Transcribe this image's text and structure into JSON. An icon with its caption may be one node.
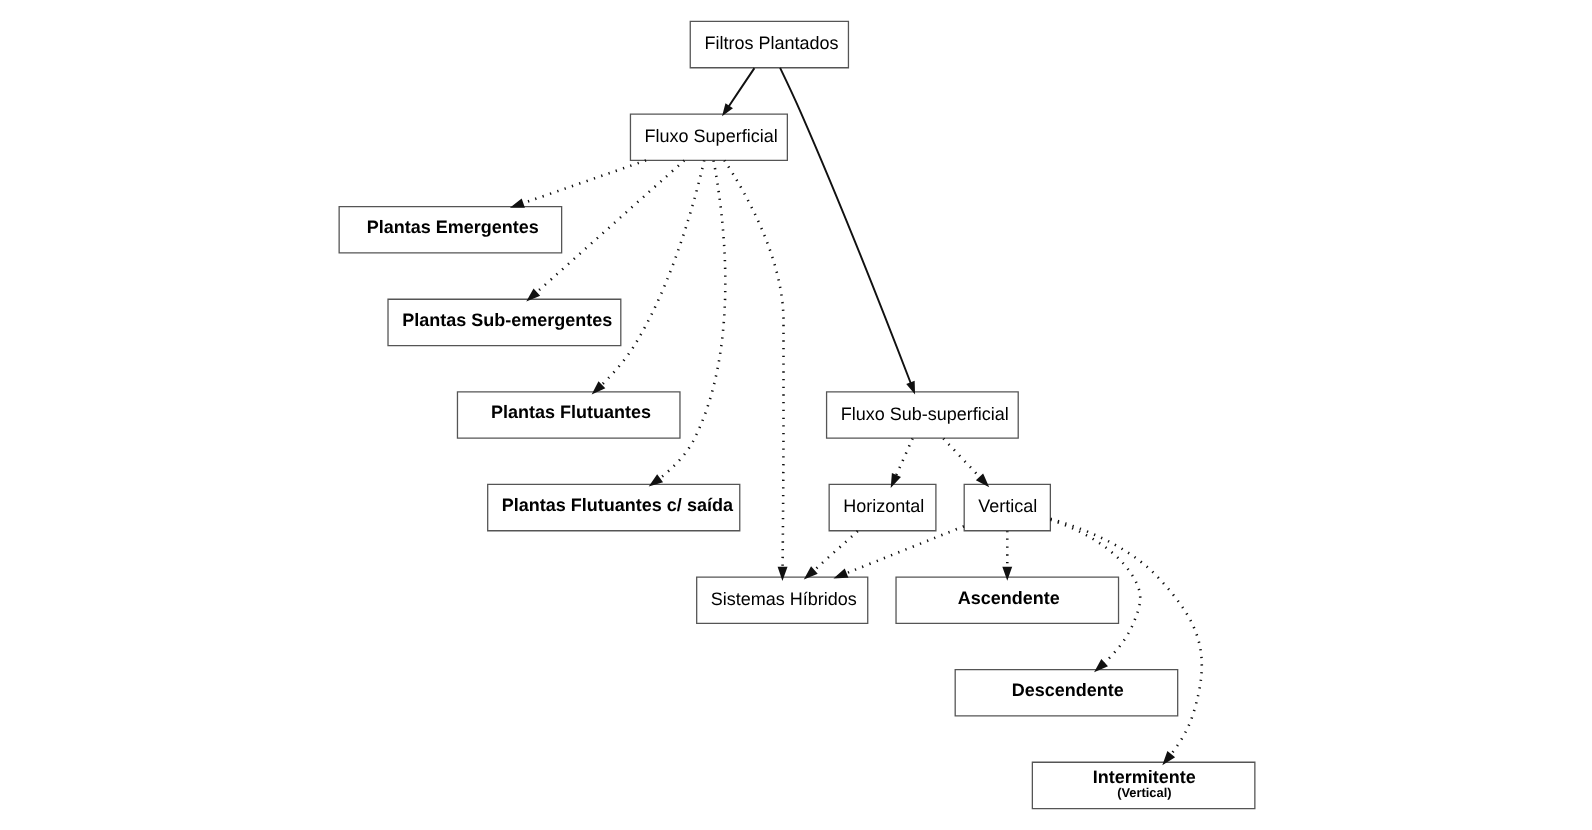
{
  "diagram": {
    "nodes": [
      {
        "text": [
          "Filtros Plantados"
        ]
      },
      {
        "text": [
          "Fluxo Superficial"
        ]
      },
      {
        "text": [
          "Plantas Emergentes"
        ]
      },
      {
        "text": [
          "Plantas Sub-emergentes"
        ]
      },
      {
        "text": [
          "Plantas Flutuantes"
        ]
      },
      {
        "text": [
          "Plantas Flutuantes c/ saída"
        ]
      },
      {
        "text": [
          "Fluxo Sub-superficial"
        ]
      },
      {
        "text": [
          "Horizontal"
        ]
      },
      {
        "text": [
          "Vertical"
        ]
      },
      {
        "text": [
          "Ascendente"
        ]
      },
      {
        "text": [
          "Descendente"
        ]
      },
      {
        "text": [
          "Intermitente",
          "(Vertical)"
        ]
      },
      {
        "text": [
          "Sistemas Híbridos"
        ]
      }
    ],
    "edges": [
      {
        "from": 0,
        "to": 1,
        "arrow": "to"
      },
      {
        "from": 0,
        "to": 6,
        "arrow": "to"
      },
      {
        "from": 1,
        "to": 2,
        "arrow": "to",
        "style": "dashed"
      },
      {
        "from": 1,
        "to": 3,
        "arrow": "to",
        "style": "dashed"
      },
      {
        "from": 1,
        "to": 4,
        "arrow": "to",
        "style": "dashed"
      },
      {
        "from": 1,
        "to": 5,
        "arrow": "to",
        "style": "dashed"
      },
      {
        "from": 1,
        "to": 12,
        "arrow": "to",
        "style": "dashed"
      },
      {
        "from": 6,
        "to": 7,
        "arrow": "to",
        "style": "dashed"
      },
      {
        "from": 6,
        "to": 8,
        "arrow": "to",
        "style": "dashed"
      },
      {
        "from": 7,
        "to": 12,
        "arrow": "to",
        "style": "dashed"
      },
      {
        "from": 8,
        "to": 12,
        "arrow": "to",
        "style": "dashed"
      },
      {
        "from": 8,
        "to": 9,
        "arrow": "to",
        "style": "dashed"
      },
      {
        "from": 8,
        "to": 10,
        "arrow": "to",
        "style": "dashed"
      },
      {
        "from": 8,
        "to": 11,
        "arrow": "to",
        "style": "dashed"
      }
    ]
  }
}
